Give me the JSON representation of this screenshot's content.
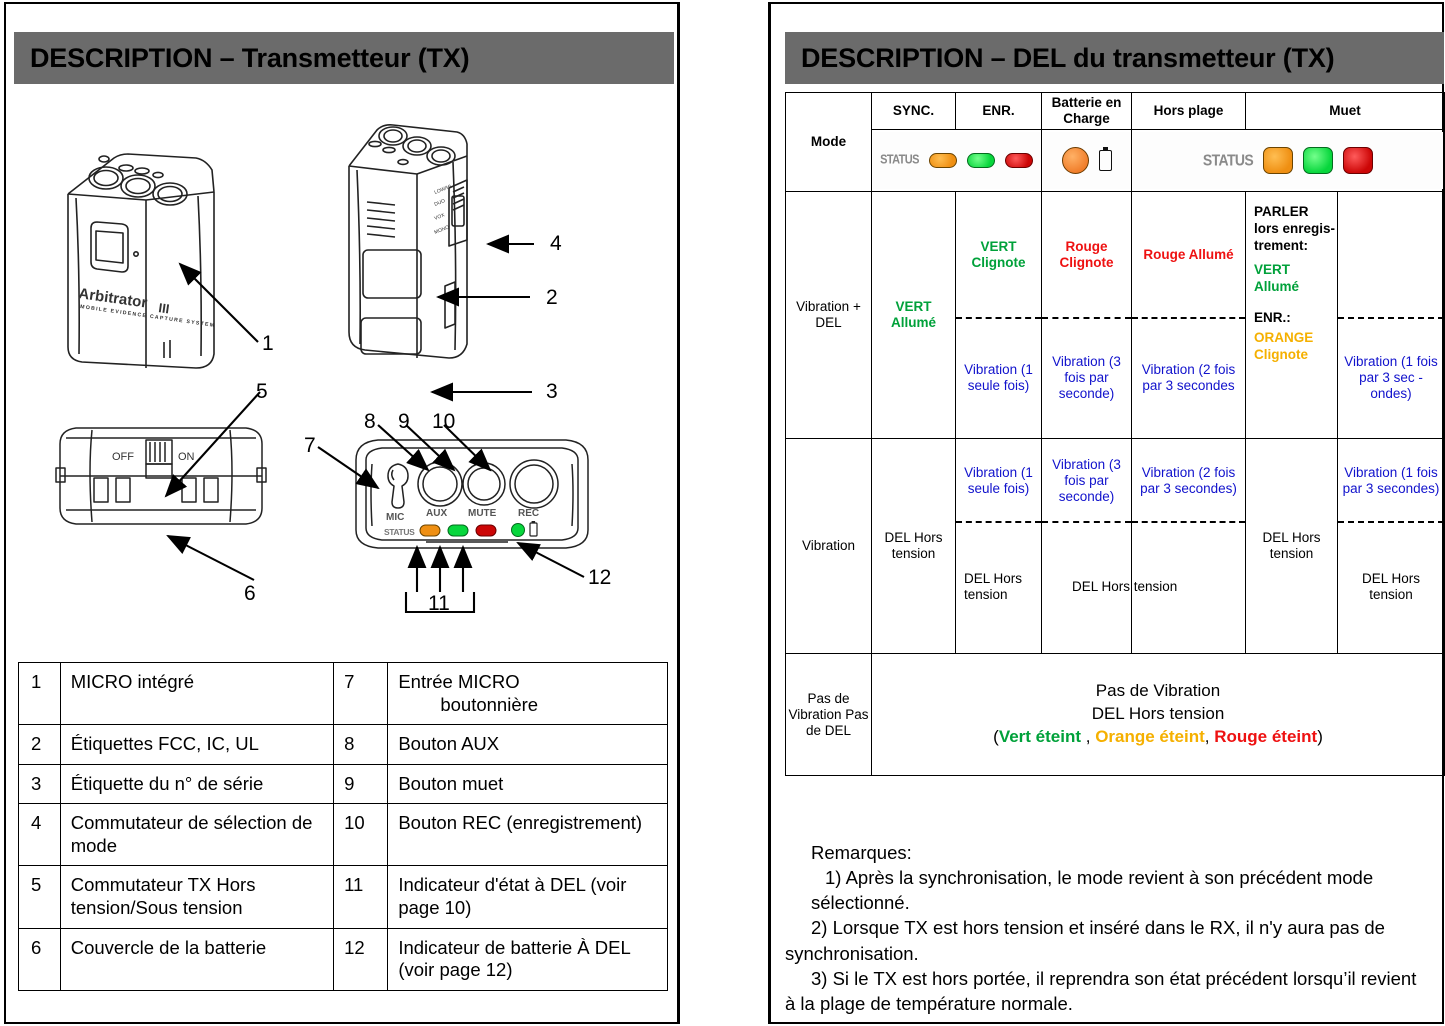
{
  "left_page": {
    "title": "DESCRIPTION – Transmetteur (TX)",
    "figure_labels": {
      "brand": "Arbitrator III",
      "switch_off": "OFF",
      "switch_on": "ON",
      "btn_mic": "MIC",
      "btn_aux": "AUX",
      "btn_mute": "MUTE",
      "btn_rec": "REC",
      "status_word": "STATUS"
    },
    "callouts": [
      "1",
      "2",
      "3",
      "4",
      "5",
      "6",
      "7",
      "8",
      "9",
      "10",
      "11",
      "12"
    ],
    "parts_table": {
      "rows": [
        {
          "n1": "1",
          "d1": "MICRO intégré",
          "n2": "7",
          "d2a": "Entrée MICRO",
          "d2b": "boutonnière"
        },
        {
          "n1": "2",
          "d1": "Étiquettes FCC, IC, UL",
          "n2": "8",
          "d2a": "Bouton AUX",
          "d2b": ""
        },
        {
          "n1": "3",
          "d1": "Étiquette du n° de série",
          "n2": "9",
          "d2a": "Bouton muet",
          "d2b": ""
        },
        {
          "n1": "4",
          "d1": "Commutateur de sélection de mode",
          "n2": "10",
          "d2a": "Bouton REC (enregistrement)",
          "d2b": ""
        },
        {
          "n1": "5",
          "d1": "Commutateur TX Hors tension/Sous tension",
          "n2": "11",
          "d2a": "Indicateur d'état à DEL (voir page 10)",
          "d2b": ""
        },
        {
          "n1": "6",
          "d1": "Couvercle de la batterie",
          "n2": "12",
          "d2a": "Indicateur de batterie À DEL (voir page 12)",
          "d2b": ""
        }
      ]
    }
  },
  "right_page": {
    "title": "DESCRIPTION – DEL du transmetteur  (TX)",
    "led_table": {
      "headers": {
        "mode": "Mode",
        "sync": "SYNC.",
        "enr": "ENR.",
        "batterie": "Batterie en Charge",
        "hors_plage": "Hors plage",
        "muet": "Muet"
      },
      "row_vib_del": {
        "mode": "Vibration + DEL",
        "sync": "VERT Allumé",
        "enr_top": "VERT Clignote",
        "enr_bot": "Vibration (1 seule fois)",
        "batterie_top": "Rouge Clignote",
        "batterie_bot": "Vibration (3 fois par seconde)",
        "hors_top": "Rouge Allumé",
        "hors_bot": "Vibration (2 fois par 3 secondes",
        "muet_a_l1": "PARLER lors enregis-trement:",
        "muet_a_l2": "VERT Allumé",
        "muet_a_l3": "ENR.:",
        "muet_a_l4": "ORANGE Clignote",
        "muet_b_bot": "Vibration (1 fois par 3 sec -ondes)"
      },
      "row_vib": {
        "mode": "Vibration",
        "sync": "DEL Hors tension",
        "enr_top": "Vibration (1 seule fois)",
        "enr_bot": "DEL Hors tension",
        "batterie_top": "Vibration (3 fois par seconde)",
        "hors_top": "Vibration (2 fois par 3 secondes)",
        "mid_bot": "DEL Hors tension",
        "muet_a": "DEL Hors tension",
        "muet_b_top": "Vibration (1 fois par 3 secondes)",
        "muet_b_bot": "DEL Hors tension"
      },
      "row_none": {
        "mode": "Pas de Vibration Pas de DEL",
        "line1": "Pas de Vibration",
        "line2": "DEL Hors tension",
        "paren_open": "(",
        "vert": "Vert éteint",
        "sep1": " , ",
        "orange": "Orange éteint",
        "sep2": ", ",
        "rouge": "Rouge éteint",
        "paren_close": ")"
      }
    },
    "notes": {
      "heading": "Remarques:",
      "item1": "1) Après la synchronisation, le mode revient à son précédent mode",
      "item1b": "sélectionné.",
      "item2": "2) Lorsque TX est hors tension et inséré dans le RX, il n'y aura pas de",
      "item2b": "synchronisation.",
      "item3": "3) Si le TX est hors portée, il reprendra son état précédent lorsqu’il revient",
      "item3b": "à la plage de température normale."
    }
  },
  "colors": {
    "banner_bg": "#6b6b6b",
    "green": "#00a13a",
    "red": "#ee1111",
    "orange": "#f5b000",
    "blue": "#1112cc"
  }
}
